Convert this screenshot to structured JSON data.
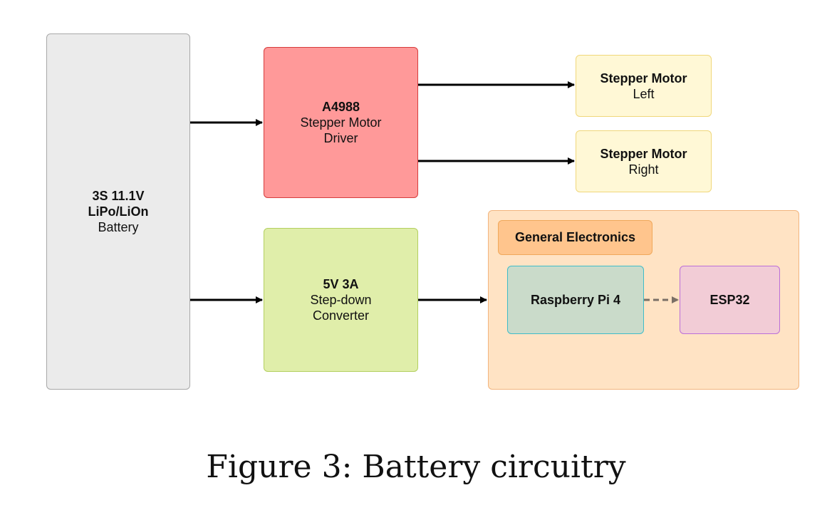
{
  "nodes": {
    "battery": {
      "line1": "3S 11.1V",
      "line2": "LiPo/LiOn",
      "line3": "Battery"
    },
    "driver": {
      "title": "A4988",
      "line2": "Stepper Motor",
      "line3": "Driver"
    },
    "motor_left": {
      "title": "Stepper Motor",
      "subtitle": "Left"
    },
    "motor_right": {
      "title": "Stepper Motor",
      "subtitle": "Right"
    },
    "converter": {
      "title": "5V 3A",
      "line2": "Step-down",
      "line3": "Converter"
    },
    "group": {
      "label": "General Electronics"
    },
    "rpi": {
      "label": "Raspberry Pi 4"
    },
    "esp32": {
      "label": "ESP32"
    }
  },
  "edges": [
    {
      "from": "battery",
      "to": "driver",
      "style": "solid"
    },
    {
      "from": "battery",
      "to": "converter",
      "style": "solid"
    },
    {
      "from": "driver",
      "to": "motor_left",
      "style": "solid"
    },
    {
      "from": "driver",
      "to": "motor_right",
      "style": "solid"
    },
    {
      "from": "converter",
      "to": "group",
      "style": "solid"
    },
    {
      "from": "rpi",
      "to": "esp32",
      "style": "dashed"
    }
  ],
  "colors": {
    "arrow": "#000000",
    "dashed_arrow": "#7a6f66"
  },
  "caption": "Figure 3: Battery circuitry"
}
